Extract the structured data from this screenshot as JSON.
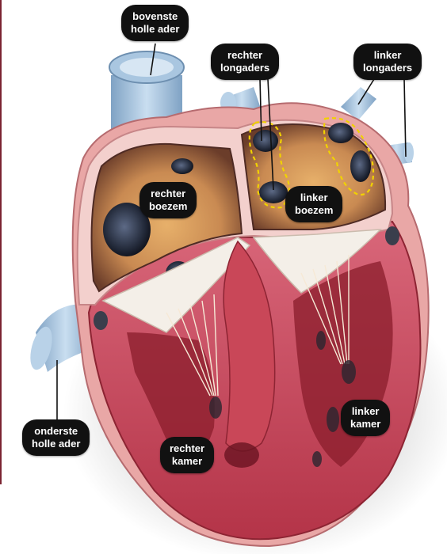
{
  "labels": {
    "superior_vena_cava": [
      "bovenste",
      "holle ader"
    ],
    "right_pulmonary_veins": [
      "rechter",
      "longaders"
    ],
    "left_pulmonary_veins": [
      "linker",
      "longaders"
    ],
    "right_atrium": [
      "rechter",
      "boezem"
    ],
    "left_atrium": [
      "linker",
      "boezem"
    ],
    "inferior_vena_cava": [
      "onderste",
      "holle ader"
    ],
    "right_ventricle": [
      "rechter",
      "kamer"
    ],
    "left_ventricle": [
      "linker",
      "kamer"
    ]
  },
  "colors": {
    "vessel_blue": "#a9c6e0",
    "myocardium_red": "#c8475a",
    "atrium_tan": "#c98a52",
    "label_bg": "#111111",
    "dashed_outline": "#f1d200"
  }
}
